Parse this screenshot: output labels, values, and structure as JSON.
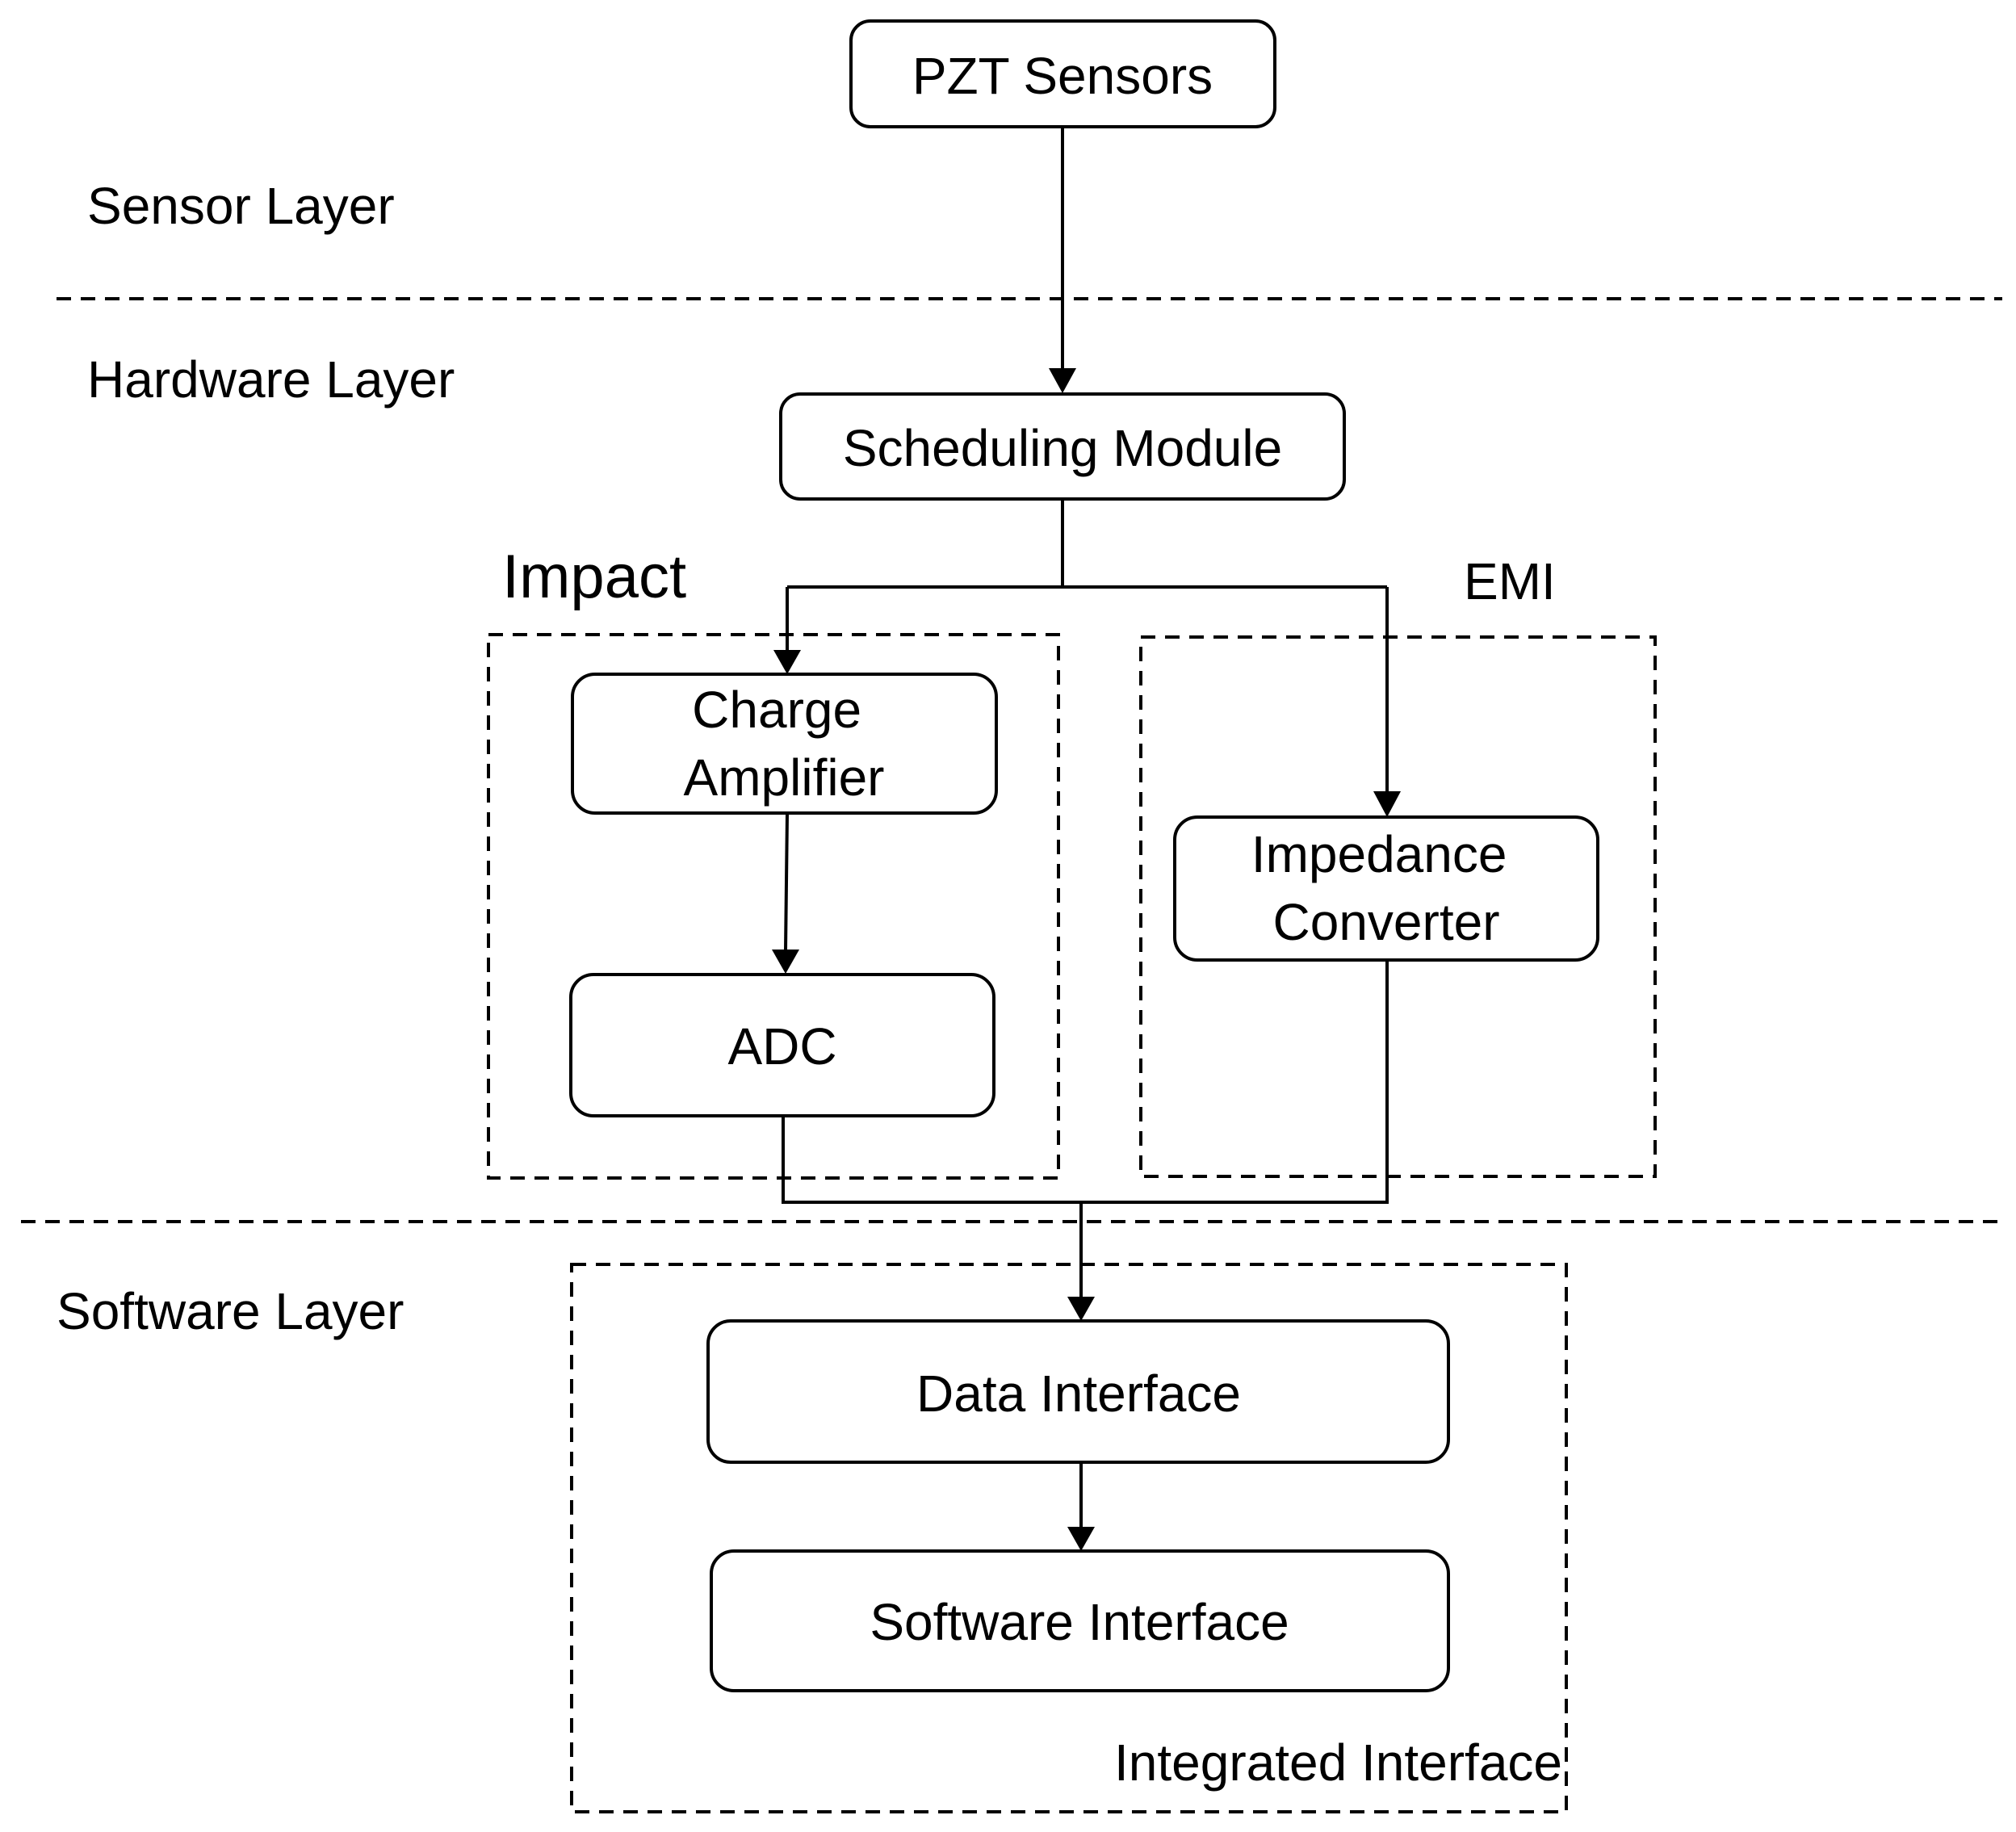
{
  "layers": {
    "sensor": "Sensor Layer",
    "hardware": "Hardware Layer",
    "software": "Software Layer"
  },
  "groups": {
    "impact": "Impact",
    "emi": "EMI",
    "integrated": "Integrated Interface"
  },
  "nodes": {
    "pzt_sensors": "PZT Sensors",
    "scheduling_module": "Scheduling Module",
    "charge_amplifier": [
      "Charge",
      "Amplifier"
    ],
    "adc": "ADC",
    "impedance_converter": [
      "Impedance",
      "Converter"
    ],
    "data_interface": "Data Interface",
    "software_interface": "Software Interface"
  }
}
